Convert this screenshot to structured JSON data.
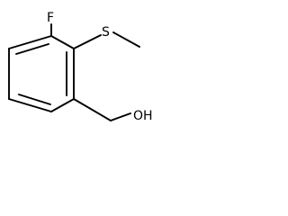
{
  "molecule": {
    "atoms": {
      "fluorine": "F",
      "sulfur": "S",
      "hydroxyl": "OH"
    },
    "line_color": "#000000",
    "background_color": "#ffffff"
  }
}
